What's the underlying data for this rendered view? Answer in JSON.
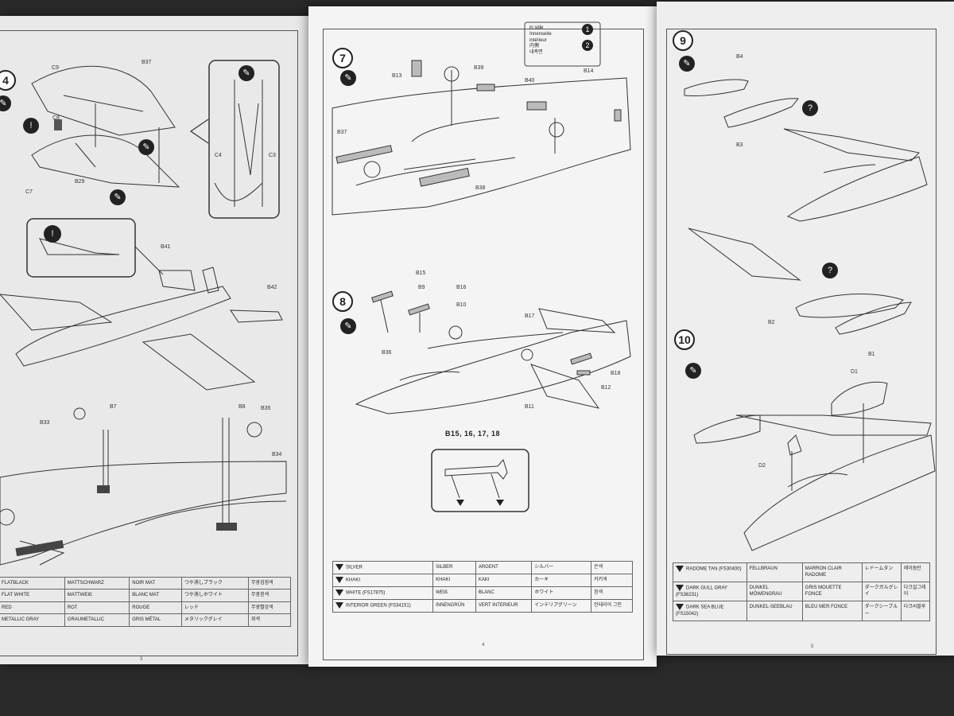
{
  "steps": {
    "left": [
      "4"
    ],
    "middle": [
      "7",
      "8"
    ],
    "right": [
      "9",
      "10"
    ]
  },
  "labels": {
    "left": [
      "C9",
      "B37",
      "C8",
      "B29",
      "C7",
      "C4",
      "C3",
      "B41",
      "B42",
      "B34",
      "B7",
      "B8",
      "B35",
      "B33",
      "B34"
    ],
    "middle": [
      "B13",
      "B39",
      "B40",
      "B14",
      "B37",
      "B38",
      "B15",
      "B9",
      "B16",
      "B10",
      "B17",
      "B36",
      "B18",
      "B12",
      "B11"
    ],
    "right": [
      "B4",
      "B3",
      "B2",
      "B1",
      "D1",
      "D2"
    ]
  },
  "callout_caption": "B15, 16, 17, 18",
  "legend_text": {
    "l1": "in side",
    "l2": "Innenseite",
    "l3": "intérieur",
    "l4": "内側",
    "l5": "내측면",
    "n1": "1",
    "n2": "2"
  },
  "color_tables": {
    "left": [
      [
        "FLATBLACK",
        "MATTSCHWARZ",
        "NOIR MAT",
        "つや消しブラック",
        "무광검정색"
      ],
      [
        "FLAT WHITE",
        "MATTWEIß",
        "BLANC MAT",
        "つや消しホワイト",
        "무광흰색"
      ],
      [
        "RED",
        "ROT",
        "ROUGE",
        "レッド",
        "무광빨강색"
      ],
      [
        "METALLIC GRAY",
        "GRAUMETALLIC",
        "GRIS MÉTAL",
        "メタリックグレイ",
        "쥐색"
      ]
    ],
    "middle": [
      [
        "SILVER",
        "SILBER",
        "ARGENT",
        "シルバー",
        "은색"
      ],
      [
        "KHAKI",
        "KHAKI",
        "KAKI",
        "カーキ",
        "카키색"
      ],
      [
        "WHITE (FS17875)",
        "WEIß",
        "BLANC",
        "ホワイト",
        "흰색"
      ],
      [
        "INTERIOR GREEN (FS34151)",
        "INNENGRÜN",
        "VERT INTERIEUR",
        "インテリアグリーン",
        "인테리어 그린"
      ]
    ],
    "right": [
      [
        "RADOME TAN (FS30400)",
        "FELLBRAUN",
        "MARRON CLAIR RADOME",
        "レドームタン",
        "레이돔탄"
      ],
      [
        "DARK GULL GRAY (FS36231)",
        "DUNKEL MÖWENGRAU",
        "GRIS MOUETTE FONCE",
        "ダークガルグレイ",
        "다크걸그레이"
      ],
      [
        "DARK SEA BLUE (FS15042)",
        "DUNKEL-SEEBLAU",
        "BLEU MER FONCE",
        "ダークシーブルー",
        "다크씨블루"
      ]
    ]
  },
  "page_numbers": {
    "left": "3",
    "middle": "4",
    "right": "5"
  },
  "colors": {
    "paper": "#f1f1f1",
    "ink": "#222222",
    "background": "#2a2a2a"
  }
}
